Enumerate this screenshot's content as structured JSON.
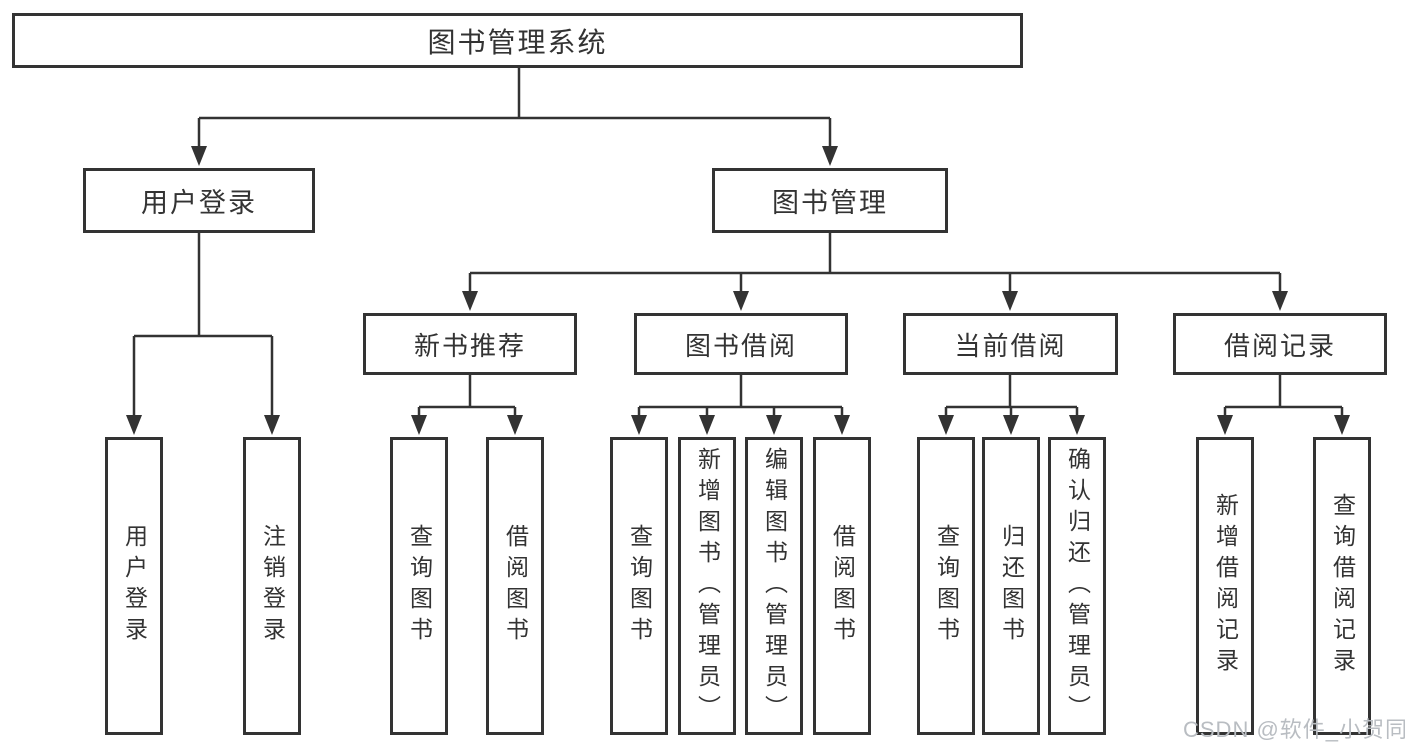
{
  "tree": {
    "label": "图书管理系统",
    "children": [
      {
        "label": "用户登录",
        "children": [
          {
            "label": "用户登录"
          },
          {
            "label": "注销登录"
          }
        ]
      },
      {
        "label": "图书管理",
        "children": [
          {
            "label": "新书推荐",
            "children": [
              {
                "label": "查询图书"
              },
              {
                "label": "借阅图书"
              }
            ]
          },
          {
            "label": "图书借阅",
            "children": [
              {
                "label": "查询图书"
              },
              {
                "label": "新增图书（管理员）"
              },
              {
                "label": "编辑图书（管理员）"
              },
              {
                "label": "借阅图书"
              }
            ]
          },
          {
            "label": "当前借阅",
            "children": [
              {
                "label": "查询图书"
              },
              {
                "label": "归还图书"
              },
              {
                "label": "确认归还（管理员）"
              }
            ]
          },
          {
            "label": "借阅记录",
            "children": [
              {
                "label": "新增借阅记录"
              },
              {
                "label": "查询借阅记录"
              }
            ]
          }
        ]
      }
    ]
  },
  "watermark": {
    "text": "CSDN @软件_小贺同学"
  },
  "colors": {
    "line": "#333333",
    "text": "#333333",
    "background": "#ffffff",
    "watermark": "#b9bdc2"
  }
}
